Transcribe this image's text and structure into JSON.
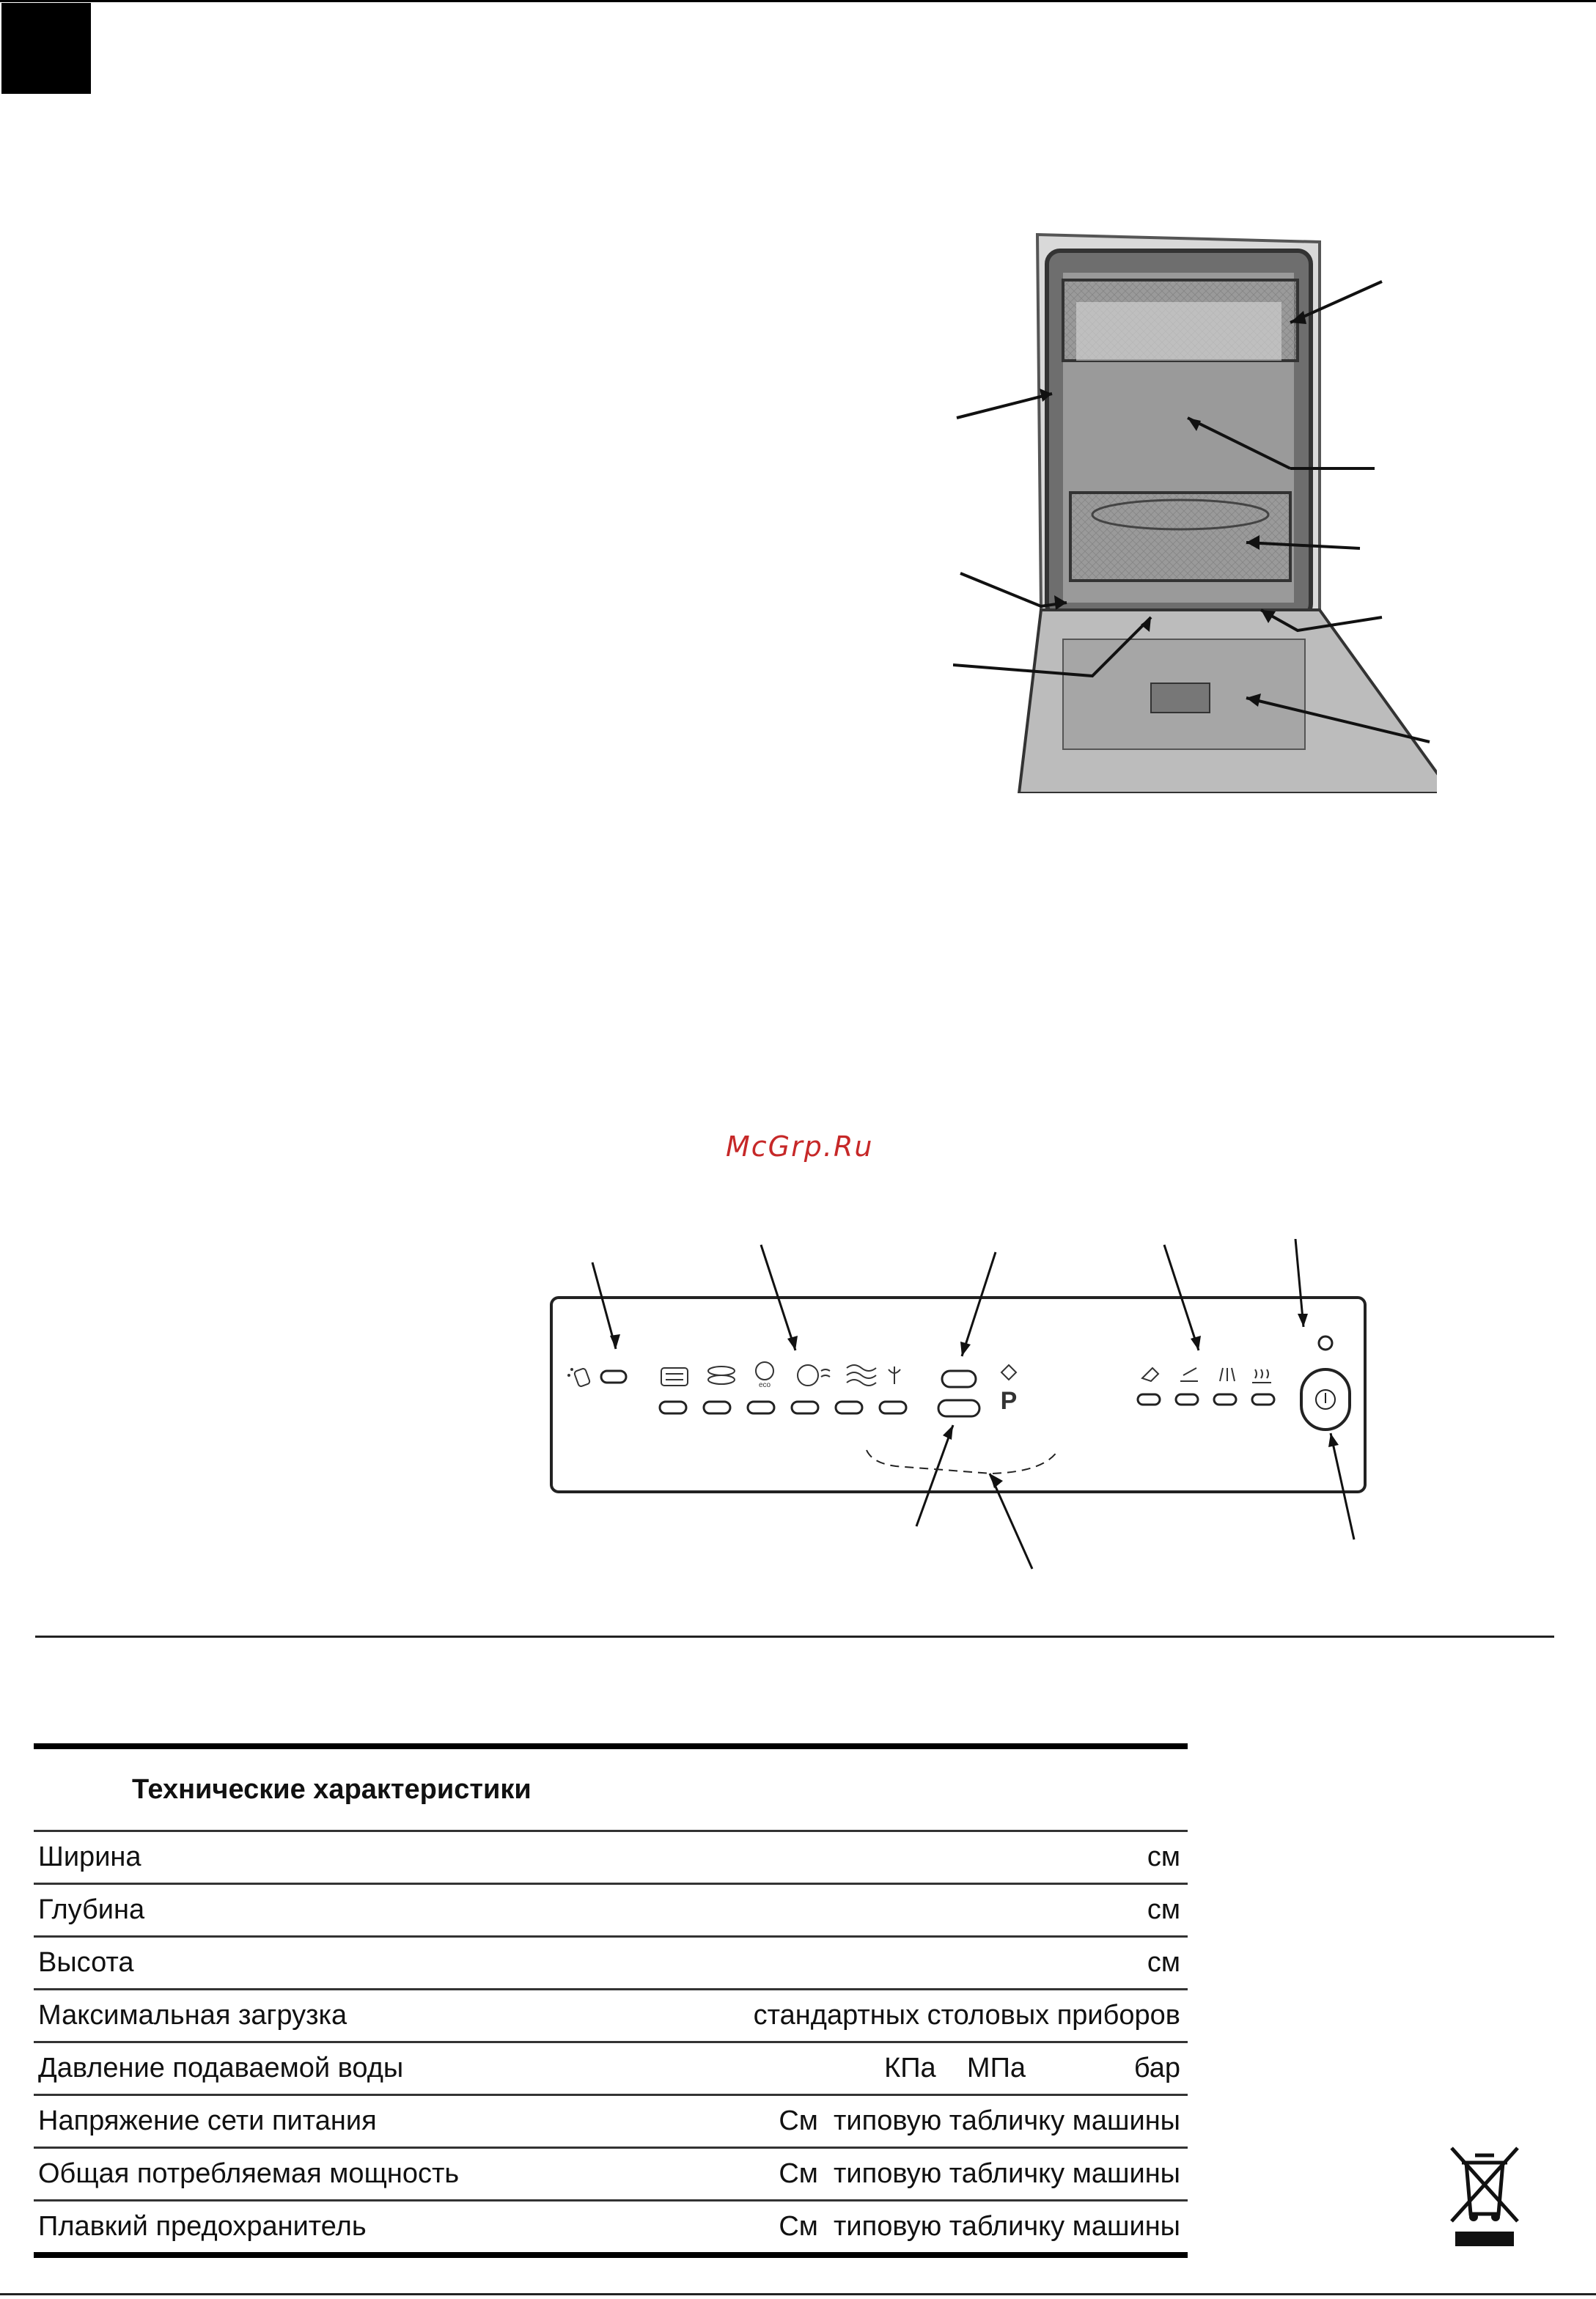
{
  "watermark": "McGrp.Ru",
  "control_panel": {
    "program_symbol": "P",
    "icons": [
      "salt-icon",
      "intensive-wash-icon",
      "normal-wash-icon",
      "eco-icon",
      "rapid-icon",
      "delicate-icon",
      "soak-icon",
      "start-icon",
      "wash-phase-icon",
      "rinse-phase-icon",
      "drying-phase-icon",
      "end-phase-icon",
      "power-icon"
    ]
  },
  "spec_table": {
    "header": "Технические характеристики",
    "rows": [
      {
        "label": "Ширина",
        "value": "см"
      },
      {
        "label": "Глубина",
        "value": "см"
      },
      {
        "label": "Высота",
        "value": "см"
      },
      {
        "label": "Максимальная загрузка",
        "value": "стандартных столовых приборов"
      },
      {
        "label": "Давление подаваемой воды",
        "value": "КПа    МПа              бар"
      },
      {
        "label": "Напряжение сети питания",
        "value": "См  типовую табличку машины"
      },
      {
        "label": "Общая потребляемая мощность",
        "value": "См  типовую табличку машины"
      },
      {
        "label": "Плавкий предохранитель",
        "value": "См  типовую табличку машины"
      }
    ]
  },
  "colors": {
    "watermark": "#c62828",
    "rule": "#222222"
  }
}
